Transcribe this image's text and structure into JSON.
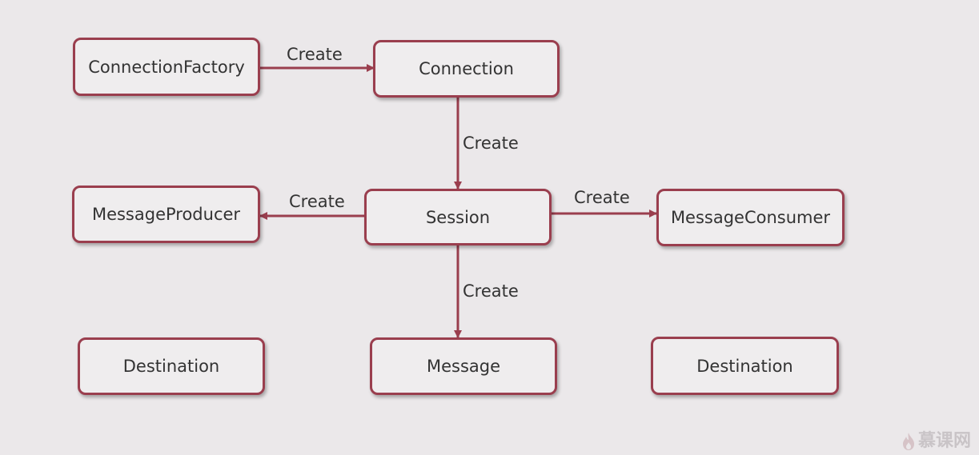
{
  "nodes": {
    "connection_factory": "ConnectionFactory",
    "connection": "Connection",
    "session": "Session",
    "message_producer": "MessageProducer",
    "message_consumer": "MessageConsumer",
    "destination_left": "Destination",
    "message": "Message",
    "destination_right": "Destination"
  },
  "edges": {
    "factory_to_connection": "Create",
    "connection_to_session": "Create",
    "session_to_producer": "Create",
    "session_to_consumer": "Create",
    "session_to_message": "Create"
  },
  "colors": {
    "border": "#9a3e4e",
    "background": "#ebe8ea",
    "text": "#333333"
  },
  "watermark": {
    "icon": "flame-logo-icon",
    "text": "慕课网"
  }
}
